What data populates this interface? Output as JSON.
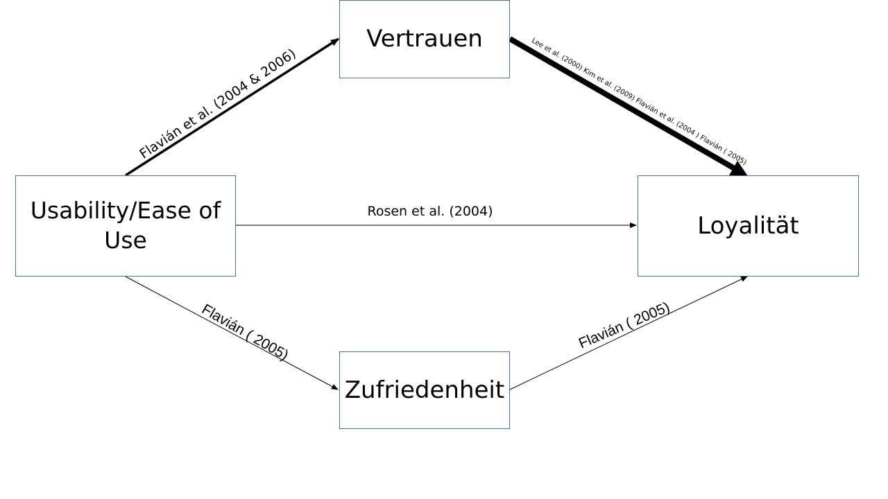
{
  "nodes": {
    "usability": "Usability/Ease of Use",
    "vertrauen": "Vertrauen",
    "loyalitaet": "Loyalität",
    "zufriedenheit": "Zufriedenheit"
  },
  "edges": [
    {
      "from": "usability",
      "to": "vertrauen",
      "label": "Flavián et al. (2004 & 2006)",
      "weight": "thick"
    },
    {
      "from": "vertrauen",
      "to": "loyalitaet",
      "label": "Lee et al. (2000)   Kim et al. (2009)   Flavián et al. (2004 ) Flavián ( 2005)",
      "weight": "very-thick"
    },
    {
      "from": "usability",
      "to": "loyalitaet",
      "label": "Rosen et al. (2004)",
      "weight": "thin"
    },
    {
      "from": "usability",
      "to": "zufriedenheit",
      "label": "Flavián ( 2005)",
      "weight": "thin"
    },
    {
      "from": "zufriedenheit",
      "to": "loyalitaet",
      "label": "Flavián ( 2005)",
      "weight": "thin"
    }
  ],
  "colors": {
    "node_border": "#41719c",
    "arrow": "#000000",
    "text": "#000000"
  }
}
